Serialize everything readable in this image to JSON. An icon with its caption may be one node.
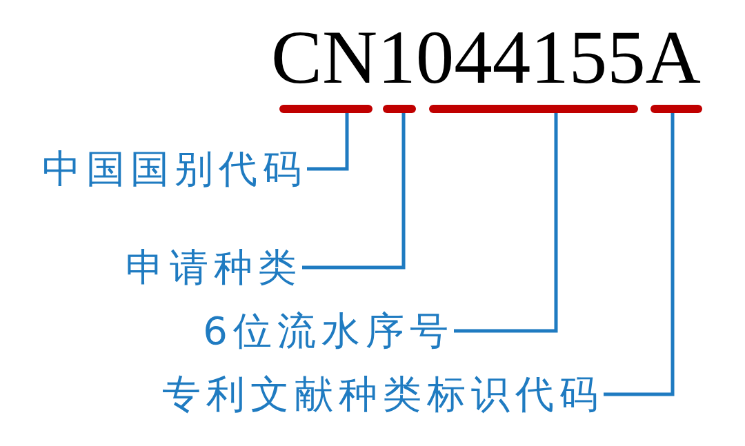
{
  "diagram": {
    "title": "CN1044155A",
    "nodes": [
      {
        "text": [],
        "shape": "bar"
      },
      {
        "text": [],
        "shape": "bar"
      },
      {
        "text": [],
        "shape": "bar"
      },
      {
        "text": [],
        "shape": "bar"
      },
      {
        "text": [
          "中国国别代码"
        ]
      },
      {
        "text": [
          "申请种类"
        ]
      },
      {
        "text": [
          "6位流水序号"
        ]
      },
      {
        "text": [
          "专利文献种类标识代码"
        ]
      }
    ],
    "edges": [
      {
        "from": 4,
        "to": 0,
        "arrow": "none"
      },
      {
        "from": 5,
        "to": 1,
        "arrow": "none"
      },
      {
        "from": 6,
        "to": 2,
        "arrow": "none"
      },
      {
        "from": 7,
        "to": 3,
        "arrow": "none"
      }
    ]
  }
}
